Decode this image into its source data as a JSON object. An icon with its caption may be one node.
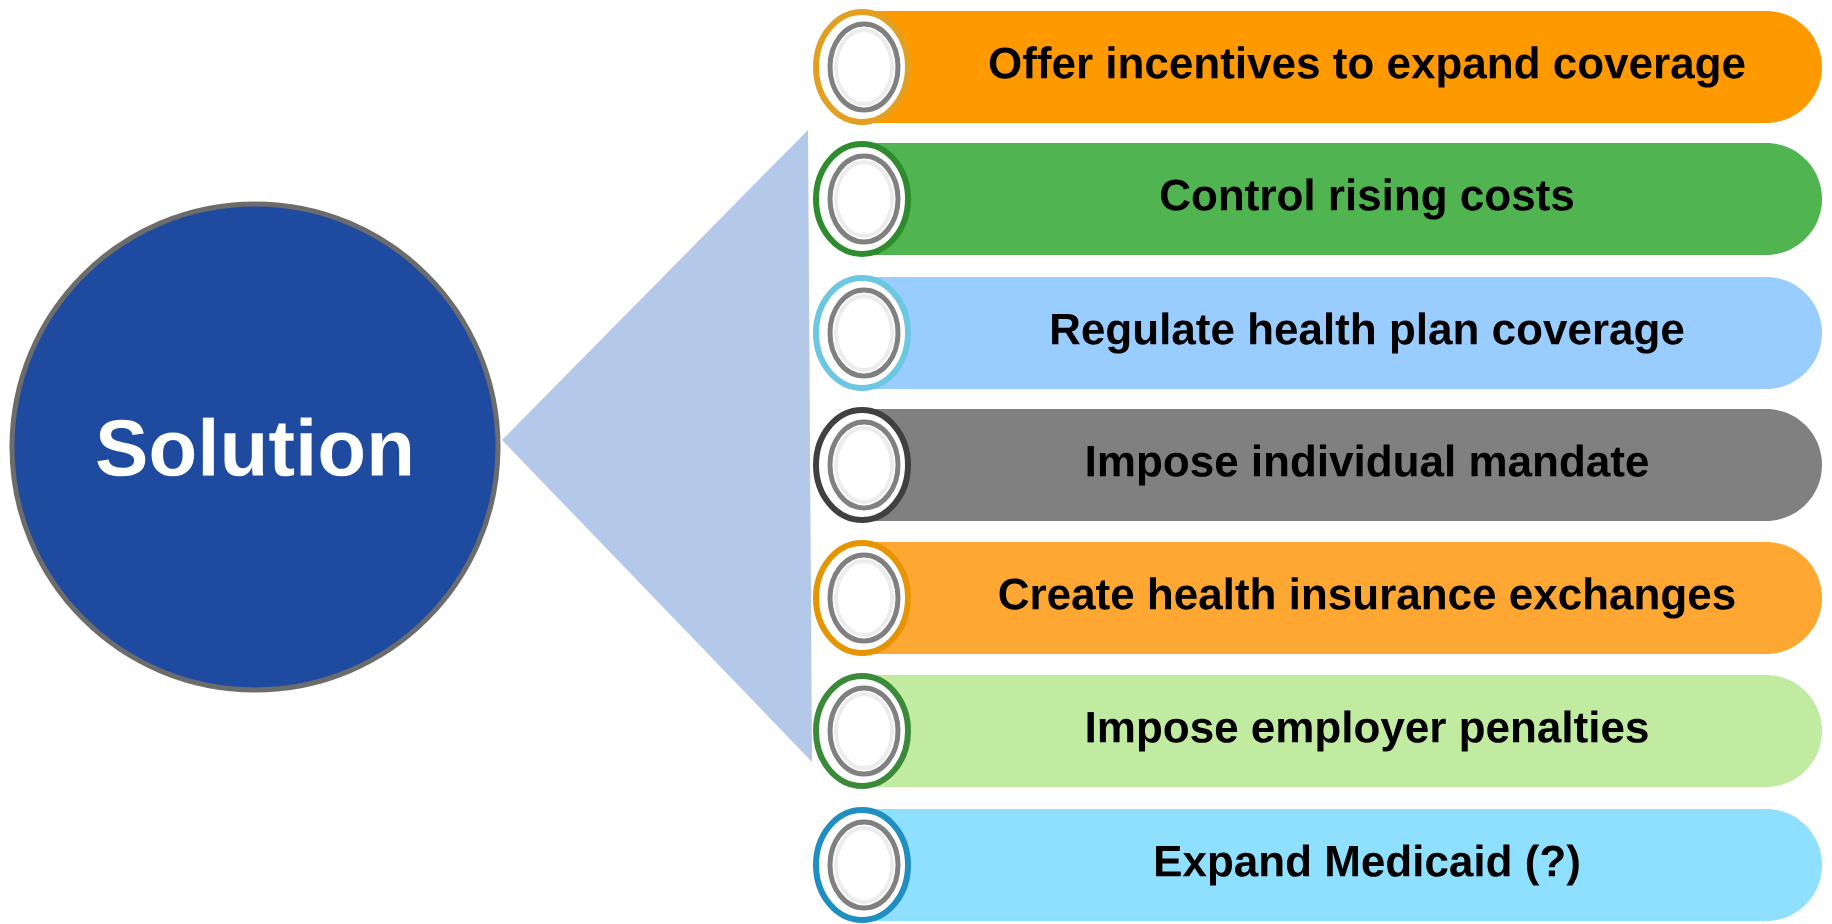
{
  "diagram": {
    "nodes": [
      {
        "text": [
          "Solution"
        ]
      },
      {
        "text": [],
        "shape": "triangle"
      },
      {
        "text": [
          "Offer incentives to expand coverage"
        ]
      },
      {
        "text": [
          "Control rising costs"
        ]
      },
      {
        "text": [
          "Regulate health plan coverage"
        ]
      },
      {
        "text": [
          "Impose individual mandate"
        ]
      },
      {
        "text": [
          "Create health insurance exchanges"
        ]
      },
      {
        "text": [
          "Impose employer penalties"
        ]
      },
      {
        "text": [
          "Expand Medicaid (?)"
        ]
      }
    ]
  }
}
